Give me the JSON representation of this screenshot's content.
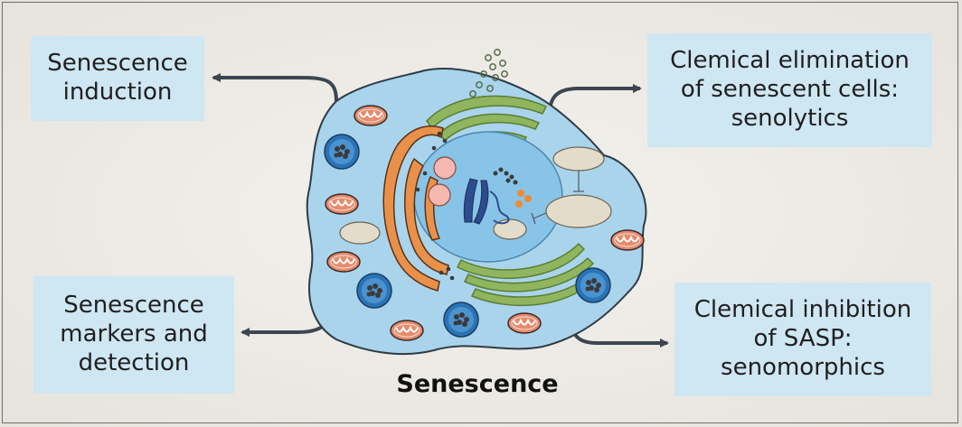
{
  "boxes": {
    "induction": "Senescence\ninduction",
    "markers": "Senescence\nmarkers and\ndetection",
    "senolytics": "Clemical elimination\nof senescent cells:\nsenolytics",
    "senomorphics": "Clemical inhibition\nof SASP:\nsenomorphics"
  },
  "caption": "Senescence",
  "colors": {
    "box_fill": "#cfe6f3",
    "cell_body": "#a9d4ec",
    "nucleus": "#87c4e8",
    "golgi": "#e9914a",
    "er": "#8fb65e",
    "mitochondria": "#e58b6e",
    "arrow": "#3c4650"
  }
}
